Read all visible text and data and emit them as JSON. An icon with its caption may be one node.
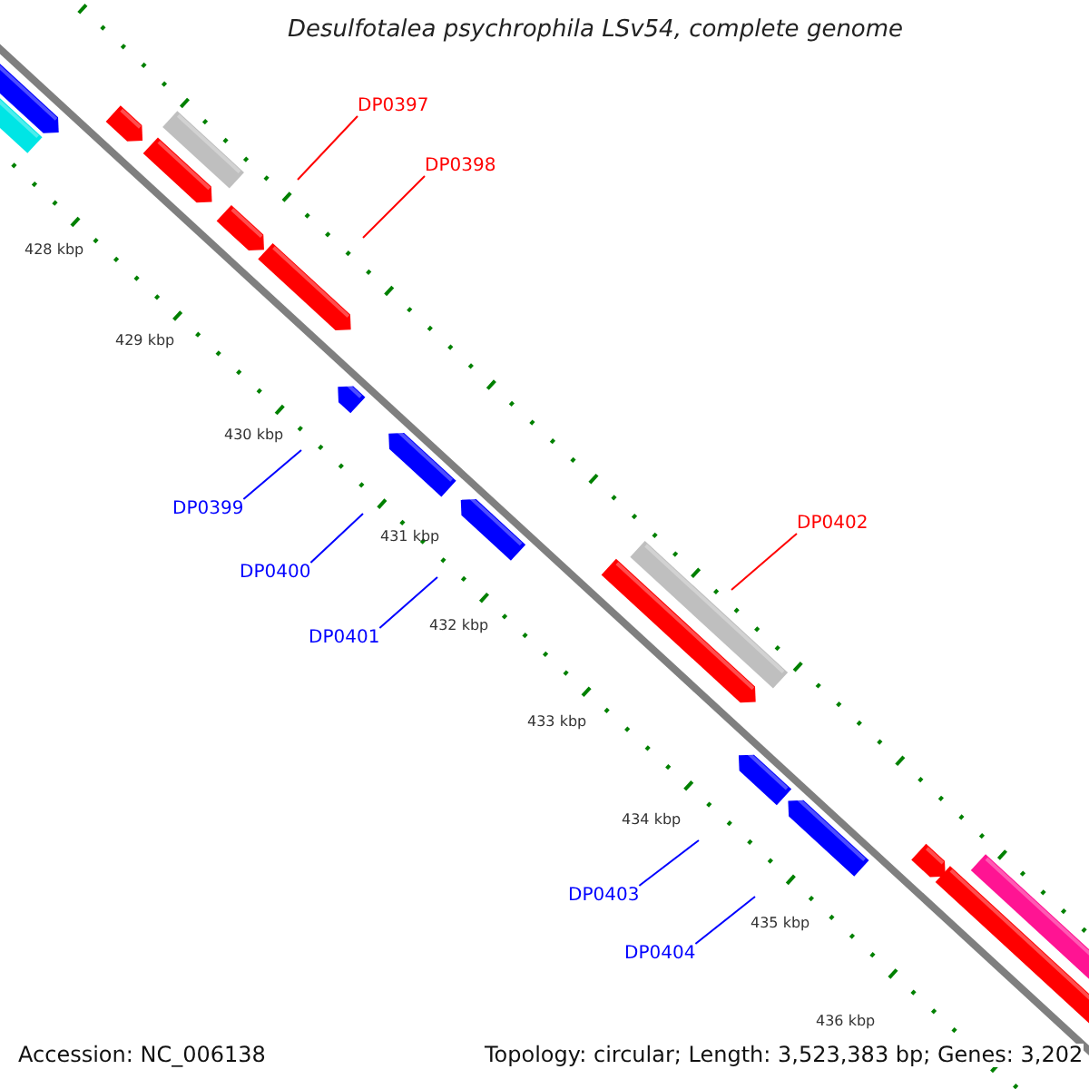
{
  "diagram": {
    "title": "Desulfotalea psychrophila LSv54, complete genome",
    "nodes": [
      {
        "text": [
          "DP0397"
        ]
      },
      {
        "text": [
          "DP0398"
        ]
      },
      {
        "text": [
          "DP0399"
        ]
      },
      {
        "text": [
          "DP0400"
        ]
      },
      {
        "text": [
          "DP0401"
        ]
      },
      {
        "text": [
          "DP0402"
        ]
      },
      {
        "text": [
          "DP0403"
        ]
      },
      {
        "text": [
          "DP0404"
        ]
      }
    ],
    "edges": [
      {
        "from": 0,
        "to": null,
        "arrow": "none",
        "color": "#ff0000"
      },
      {
        "from": 1,
        "to": null,
        "arrow": "none",
        "color": "#ff0000"
      },
      {
        "from": 2,
        "to": null,
        "arrow": "none"
      },
      {
        "from": 3,
        "to": null,
        "arrow": "none"
      },
      {
        "from": 4,
        "to": null,
        "arrow": "none"
      },
      {
        "from": 5,
        "to": null,
        "arrow": "none",
        "color": "#ff0000"
      },
      {
        "from": 6,
        "to": null,
        "arrow": "none"
      },
      {
        "from": 7,
        "to": null,
        "arrow": "none"
      }
    ],
    "labels": [
      "428 kbp",
      "429 kbp",
      "430 kbp",
      "431 kbp",
      "432 kbp",
      "433 kbp",
      "434 kbp",
      "435 kbp",
      "436 kbp",
      "Accession: NC_006138",
      "Topology: circular; Length: 3,523,383 bp; Genes: 3,202"
    ]
  }
}
